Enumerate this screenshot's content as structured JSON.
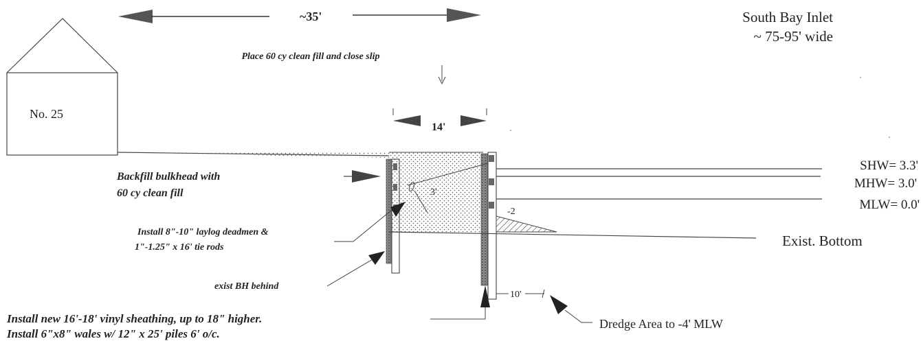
{
  "top_span": "~35'",
  "inlet": {
    "name": "South Bay Inlet",
    "width": "~ 75-95' wide"
  },
  "house_label": "No.  25",
  "fill_note": "Place 60 cy clean fill and close slip",
  "slip_width": "14'",
  "backfill_note": [
    "Backfill bulkhead with",
    "60 cy clean fill"
  ],
  "deadmen_note": [
    "Install 8\"-10\" laylog deadmen &",
    "1\"-1.25\" x 16' tie rods"
  ],
  "exist_bh_note": "exist BH behind",
  "sheathing_note": [
    "Install new  16'-18' vinyl sheathing, up to 18\" higher.",
    "Install 6\"x8\" wales w/ 12\" x 25' piles 6' o/c."
  ],
  "tie_length": "3'",
  "depth_marker": "-2",
  "dredge_width": "10'",
  "dredge_note": "Dredge Area to -4' MLW",
  "tides": {
    "shw": "SHW= 3.3'",
    "mhw": "MHW= 3.0'",
    "mlw": "MLW= 0.0'"
  },
  "bottom_label": "Exist. Bottom"
}
